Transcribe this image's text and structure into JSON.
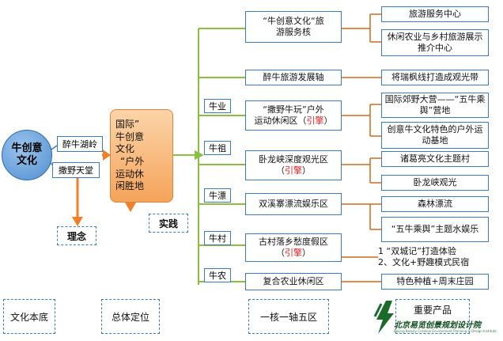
{
  "core": {
    "title_line1": "牛创意",
    "title_line2": "文化"
  },
  "culture_tags": [
    "醉牛湖岭",
    "撒野天堂"
  ],
  "concept_label": "理念",
  "positioning": {
    "line1": "国际”",
    "line2": "牛创意",
    "line3": "文化",
    "line4": "“户外",
    "line5": "运动休",
    "line6": "闲胜地"
  },
  "practice_label": "实践",
  "zones": [
    {
      "line1": "“牛创意文化“旅",
      "line2": "游服务核",
      "engine": ""
    },
    {
      "line1": "醉牛旅游发展轴",
      "line2": "",
      "engine": ""
    },
    {
      "line1": "“撒野牛玩”户外",
      "line2": "运动休闲区（",
      "engine": "引擎",
      "close": "）"
    },
    {
      "line1": "卧龙峡深度观光区",
      "line2": "（",
      "engine": "引擎",
      "close": "）"
    },
    {
      "line1": "双溪寨漂流娱乐区",
      "line2": "（",
      "engine": "引擎",
      "close": "）"
    },
    {
      "line1": "古村落乡愁度假区",
      "line2": "（",
      "engine": "引擎",
      "close": "）"
    },
    {
      "line1": "复合农业休闲区",
      "line2": "",
      "engine": ""
    }
  ],
  "niu_tags": [
    "牛业",
    "牛祖",
    "牛漂",
    "牛村",
    "牛农"
  ],
  "details": [
    "旅游服务中心",
    "休闲农业与乡村旅游展示推介中心",
    "将瑞枫线打造成观光带",
    "国际郊野大营——“五牛乘舆”营地",
    "创意牛文化特色的户外运动基地",
    "诸葛亮文化主题村",
    "卧龙峡观光",
    "森林漂流",
    "“五牛乘舆”主题水娱乐",
    "1 “双城记”打造体验",
    "2、文化+野趣模式民宿",
    "特色种植+周末庄园"
  ],
  "bottom_labels": [
    "文化本底",
    "总体定位",
    "一核一轴五区",
    "重要产品"
  ],
  "watermark": {
    "name": "北京易览创景规划设计院",
    "english": "Beijing Beauty Creative Environment Planning & Design Institute"
  }
}
